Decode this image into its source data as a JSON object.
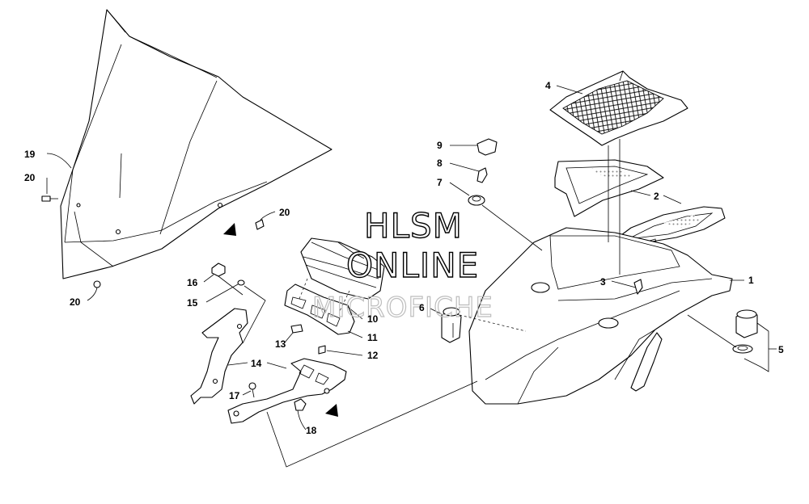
{
  "watermark": {
    "line1": "HLSM",
    "line2": "ONLINE",
    "line3": "MICROFICHE"
  },
  "callouts": {
    "c1": "1",
    "c2": "2",
    "c3": "3",
    "c4": "4",
    "c5": "5",
    "c6": "6",
    "c7": "7",
    "c8": "8",
    "c9": "9",
    "c10": "10",
    "c11": "11",
    "c12": "12",
    "c13": "13",
    "c14": "14",
    "c15": "15",
    "c16": "16",
    "c17": "17",
    "c18": "18",
    "c19": "19",
    "c20a": "20",
    "c20b": "20",
    "c20c": "20"
  }
}
